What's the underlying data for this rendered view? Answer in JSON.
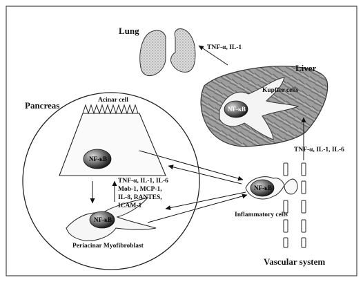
{
  "labels": {
    "lung": "Lung",
    "liver": "Liver",
    "pancreas": "Pancreas",
    "acinar_cell": "Acinar cell",
    "kupffer_cells": "Kupffer cells",
    "myofibroblast": "Periacinar Myofibroblast",
    "inflammatory_cells": "Inflammatory cells",
    "vascular_system": "Vascular system",
    "nfkb": "NF-κB"
  },
  "mediators": {
    "lung": "TNF-α, IL-1",
    "liver": "TNF-α, IL-1, IL-6",
    "pancreas_lines": [
      "TNF-α, IL-1, IL-6",
      "Mob-1, MCP-1,",
      "IL-8, RANTES,",
      "ICAM-1"
    ]
  },
  "colors": {
    "frame": "#333333",
    "stroke": "#222222",
    "liver_fill": "#9a9a9a",
    "lung_fill": "#d4d4d4",
    "nfkb_dark": "#1a1a1a",
    "nfkb_light": "#bdbdbd"
  }
}
